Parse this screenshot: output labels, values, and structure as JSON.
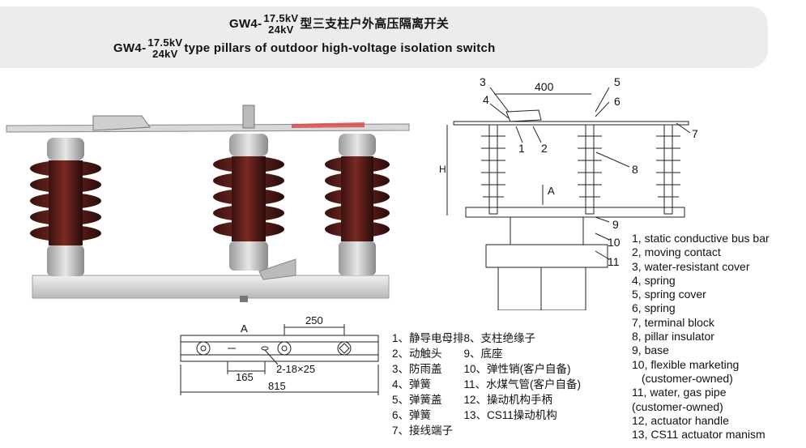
{
  "title": {
    "line1_prefix": "GW4-",
    "frac_top": "17.5kV",
    "frac_bottom": "24kV",
    "line1_suffix": "型三支柱户外高压隔离开关",
    "line2_prefix": "GW4-",
    "line2_suffix": "type pillars of outdoor high-voltage isolation switch"
  },
  "drawing": {
    "dim_top": "400",
    "label_A": "A",
    "numbers": [
      "3",
      "4",
      "1",
      "2",
      "5",
      "6",
      "7",
      "8",
      "9",
      "10",
      "11"
    ]
  },
  "plan": {
    "label_A": "A",
    "dim_250": "250",
    "dim_165": "165",
    "hole_spec": "2-18×25",
    "dim_815": "815"
  },
  "legend_cn": [
    "1、静导电母排8、支柱绝缘子",
    "2、动触头　　9、底座",
    "3、防雨盖　　10、弹性销(客户自备)",
    "4、弹簧　　　11、水煤气管(客户自备)",
    "5、弹簧盖　　12、操动机构手柄",
    "6、弹簧　　　13、CS11操动机构",
    "7、接线端子"
  ],
  "legend_en": [
    "1, static conductive bus bar",
    "2, moving contact",
    "3, water-resistant cover",
    "4, spring",
    "5, spring cover",
    "6, spring",
    "7, terminal block",
    "8, pillar insulator",
    "9, base",
    "10, flexible marketing",
    " (customer-owned)",
    "11, water, gas pipe",
    "(customer-owned)",
    "12, actuator handle",
    "13, CS11 actuator manism"
  ]
}
